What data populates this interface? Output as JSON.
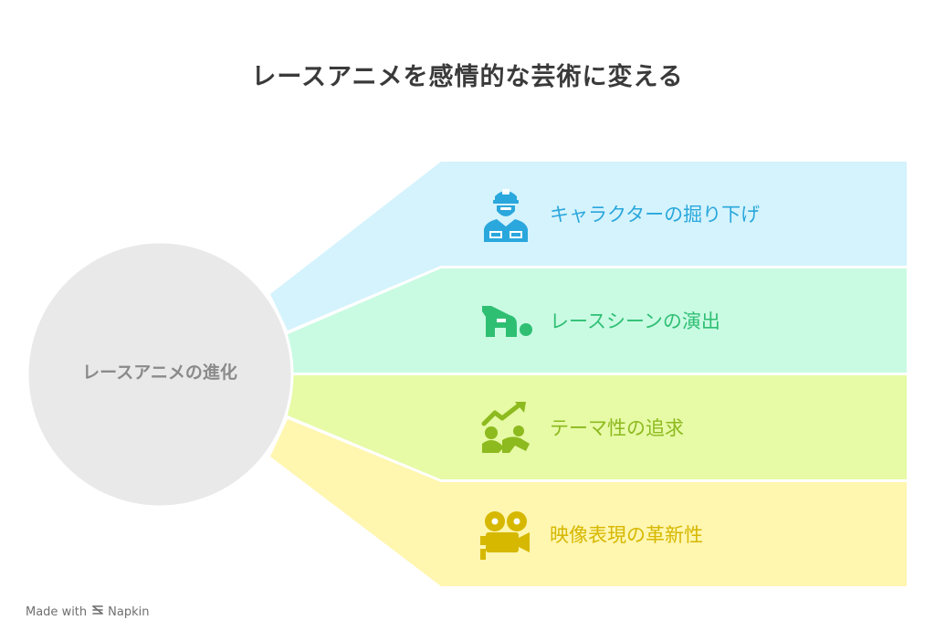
{
  "title": "レースアニメを感情的な芸術に変える",
  "hub": {
    "label": "レースアニメの進化",
    "color": "#e9e9e9"
  },
  "branches": [
    {
      "label": "キャラクターの掘り下げ",
      "icon": "driver-helmet-icon",
      "fill": "#d4f3fd",
      "text_color": "#2aa7dc"
    },
    {
      "label": "レースシーンの演出",
      "icon": "sliding-racer-icon",
      "fill": "#c9fbe3",
      "text_color": "#2fbf73"
    },
    {
      "label": "テーマ性の追求",
      "icon": "growth-figures-icon",
      "fill": "#e7faa6",
      "text_color": "#8dba1e"
    },
    {
      "label": "映像表現の革新性",
      "icon": "film-camera-icon",
      "fill": "#fff6b0",
      "text_color": "#d6b800"
    }
  ],
  "footer": {
    "made_with": "Made with",
    "brand": "Napkin"
  }
}
